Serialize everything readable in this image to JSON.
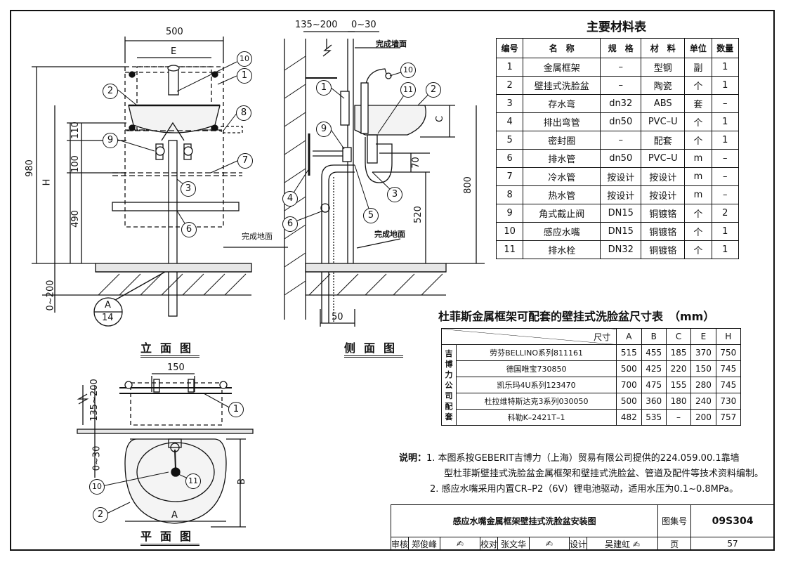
{
  "materials": {
    "title": "主要材料表",
    "headers": [
      "编号",
      "名　称",
      "规　格",
      "材　料",
      "单位",
      "数量"
    ],
    "rows": [
      [
        "1",
        "金属框架",
        "–",
        "型钢",
        "副",
        "1"
      ],
      [
        "2",
        "壁挂式洗脸盆",
        "–",
        "陶瓷",
        "个",
        "1"
      ],
      [
        "3",
        "存水弯",
        "dn32",
        "ABS",
        "套",
        "–"
      ],
      [
        "4",
        "排出弯管",
        "dn50",
        "PVC–U",
        "个",
        "1"
      ],
      [
        "5",
        "密封圈",
        "–",
        "配套",
        "个",
        "1"
      ],
      [
        "6",
        "排水管",
        "dn50",
        "PVC–U",
        "m",
        "–"
      ],
      [
        "7",
        "冷水管",
        "按设计",
        "按设计",
        "m",
        "–"
      ],
      [
        "8",
        "热水管",
        "按设计",
        "按设计",
        "m",
        "–"
      ],
      [
        "9",
        "角式截止阀",
        "DN15",
        "铜镀铬",
        "个",
        "2"
      ],
      [
        "10",
        "感应水嘴",
        "DN15",
        "铜镀铬",
        "个",
        "1"
      ],
      [
        "11",
        "排水栓",
        "DN32",
        "铜镀铬",
        "个",
        "1"
      ]
    ]
  },
  "sizes": {
    "title": "杜菲斯金属框架可配套的壁挂式洗脸盆尺寸表　（mm）",
    "header_label": "尺寸",
    "columns": [
      "A",
      "B",
      "C",
      "E",
      "H"
    ],
    "group_label": "吉博力公司配套",
    "rows": [
      {
        "name": "劳芬BELLINO系列811161",
        "values": [
          "515",
          "455",
          "185",
          "370",
          "750"
        ]
      },
      {
        "name": "德国唯宝730850",
        "values": [
          "500",
          "425",
          "220",
          "150",
          "745"
        ]
      },
      {
        "name": "凯乐玛4U系列123470",
        "values": [
          "700",
          "475",
          "155",
          "280",
          "745"
        ]
      },
      {
        "name": "杜拉维特斯达克3系列030050",
        "values": [
          "500",
          "360",
          "180",
          "240",
          "730"
        ]
      },
      {
        "name": "科勒K–2421T–1",
        "values": [
          "482",
          "535",
          "–",
          "200",
          "757"
        ]
      }
    ]
  },
  "notes": {
    "label": "说明：",
    "items": [
      "1.  本图系按GEBERIT吉博力（上海）贸易有限公司提供的224.059.00.1靠墙",
      "型杜菲斯壁挂式洗脸盆金属框架和壁挂式洗脸盆、管道及配件等技术资料编制。",
      "2.  感应水嘴采用内置CR–P2（6V）锂电池驱动，适用水压为0.1~0.8MPa。"
    ]
  },
  "title_block": {
    "drawing_title": "感应水嘴金属框架壁挂式洗脸盆安装图",
    "atlas_label": "图集号",
    "atlas_no": "09S304",
    "review_label": "审核",
    "reviewer": "郑俊峰",
    "check_label": "校对",
    "checker": "张文华",
    "design_label": "设计",
    "designer": "吴建虹",
    "page_label": "页",
    "page_no": "57"
  },
  "elevation": {
    "title": "立面图",
    "dim_500": "500",
    "dim_E": "E",
    "dim_980": "980",
    "dim_H": "H",
    "dim_110": "110",
    "dim_100": "100",
    "dim_490": "490",
    "dim_0_200": "0~200",
    "floor_label": "完成地面",
    "detail_top": "A",
    "detail_bottom": "14"
  },
  "side": {
    "title": "侧面图",
    "dim_135_200": "135~200",
    "dim_0_30": "0~30",
    "wall_label": "完成墙面",
    "floor_label": "完成地面",
    "dim_C": "C",
    "dim_70": "70",
    "dim_800": "800",
    "dim_520": "520",
    "dim_50": "50"
  },
  "plan": {
    "title": "平面图",
    "dim_150": "150",
    "dim_135_200": "135~200",
    "dim_0_30": "0~30",
    "dim_B": "B",
    "dim_A": "A"
  },
  "callouts": [
    "1",
    "2",
    "3",
    "4",
    "5",
    "6",
    "7",
    "8",
    "9",
    "10",
    "11"
  ]
}
